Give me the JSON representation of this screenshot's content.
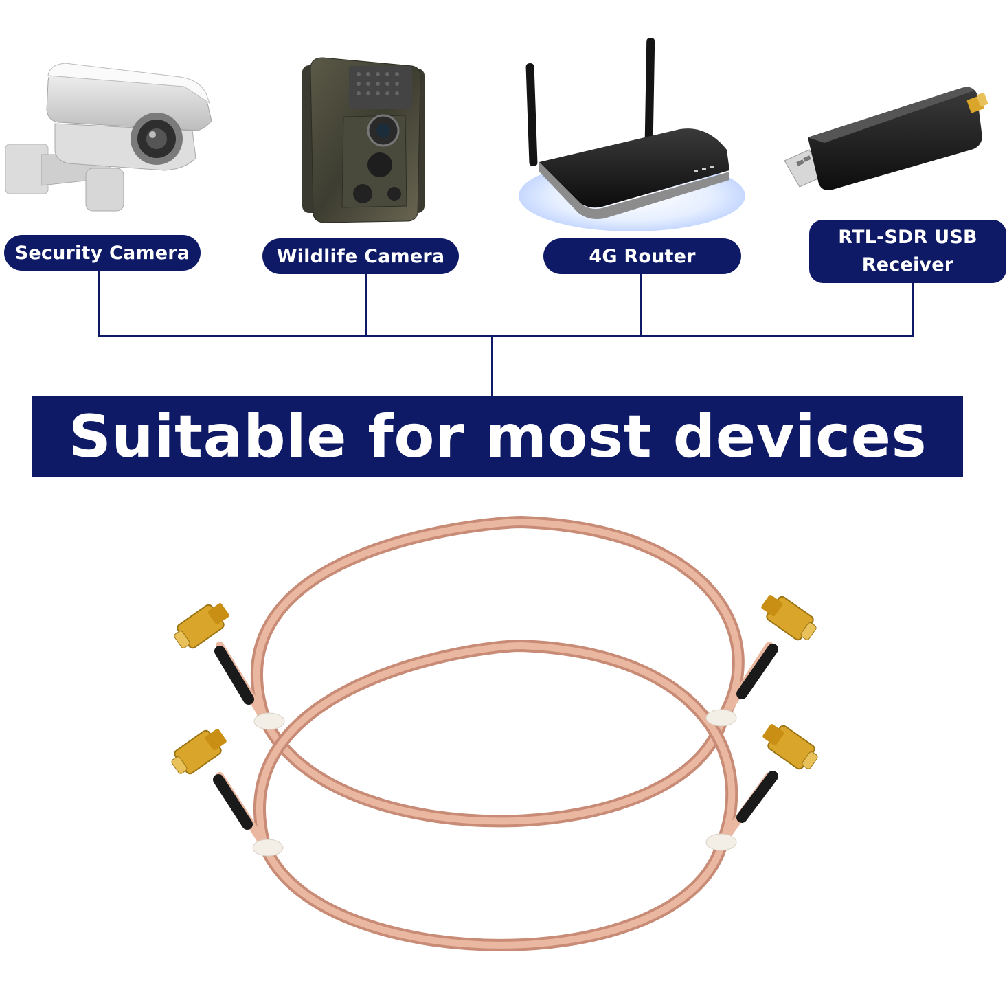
{
  "devices": [
    {
      "id": "security",
      "label": "Security Camera"
    },
    {
      "id": "wildlife",
      "label": "Wildlife Camera"
    },
    {
      "id": "router",
      "label": "4G Router"
    },
    {
      "id": "rtl",
      "label": "RTL-SDR USB Receiver"
    }
  ],
  "banner": {
    "text": "Suitable for most devices"
  },
  "colors": {
    "navy": "#0e1a66",
    "cable": "#e2ab93",
    "gold": "#d9a52a"
  }
}
